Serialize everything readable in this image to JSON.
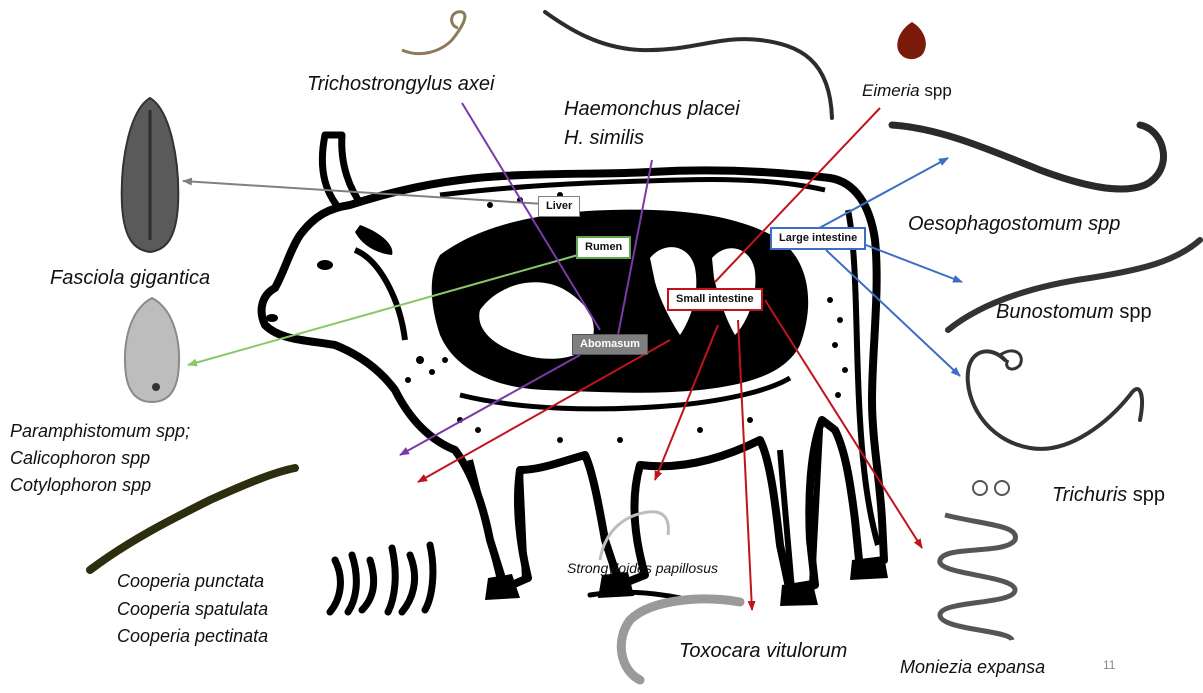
{
  "organs": {
    "liver": "Liver",
    "rumen": "Rumen",
    "abomasum": "Abomasum",
    "small_intestine": "Small intestine",
    "large_intestine": "Large intestine"
  },
  "parasites": {
    "trichostrongylus": "Trichostrongylus axei",
    "haemonchus_1": "Haemonchus placei",
    "haemonchus_2": "H. similis",
    "eimeria_name": "Eimeria",
    "eimeria_spp": "spp",
    "oesophagostomum": "Oesophagostomum spp",
    "bunostomum_name": "Bunostomum",
    "bunostomum_spp": "spp",
    "trichuris_name": "Trichuris",
    "trichuris_spp": "spp",
    "fasciola": "Fasciola gigantica",
    "paramphistomum": "Paramphistomum spp;",
    "calicophoron": "Calicophoron spp",
    "cotylophoron": "Cotylophoron spp",
    "cooperia_1": "Cooperia punctata",
    "cooperia_2": "Cooperia spatulata",
    "cooperia_3": "Cooperia pectinata",
    "strongyloides": "Strongyloides papillosus",
    "toxocara": "Toxocara vitulorum",
    "moniezia": "Moniezia expansa"
  },
  "page_number": "11",
  "colors": {
    "liver_arrow": "#808080",
    "rumen_arrow": "#8cc66a",
    "abomasum_arrow": "#7b3aa8",
    "small_intestine_arrow": "#c0141c",
    "large_intestine_arrow": "#3b6fc4",
    "body_fill": "#000000"
  }
}
